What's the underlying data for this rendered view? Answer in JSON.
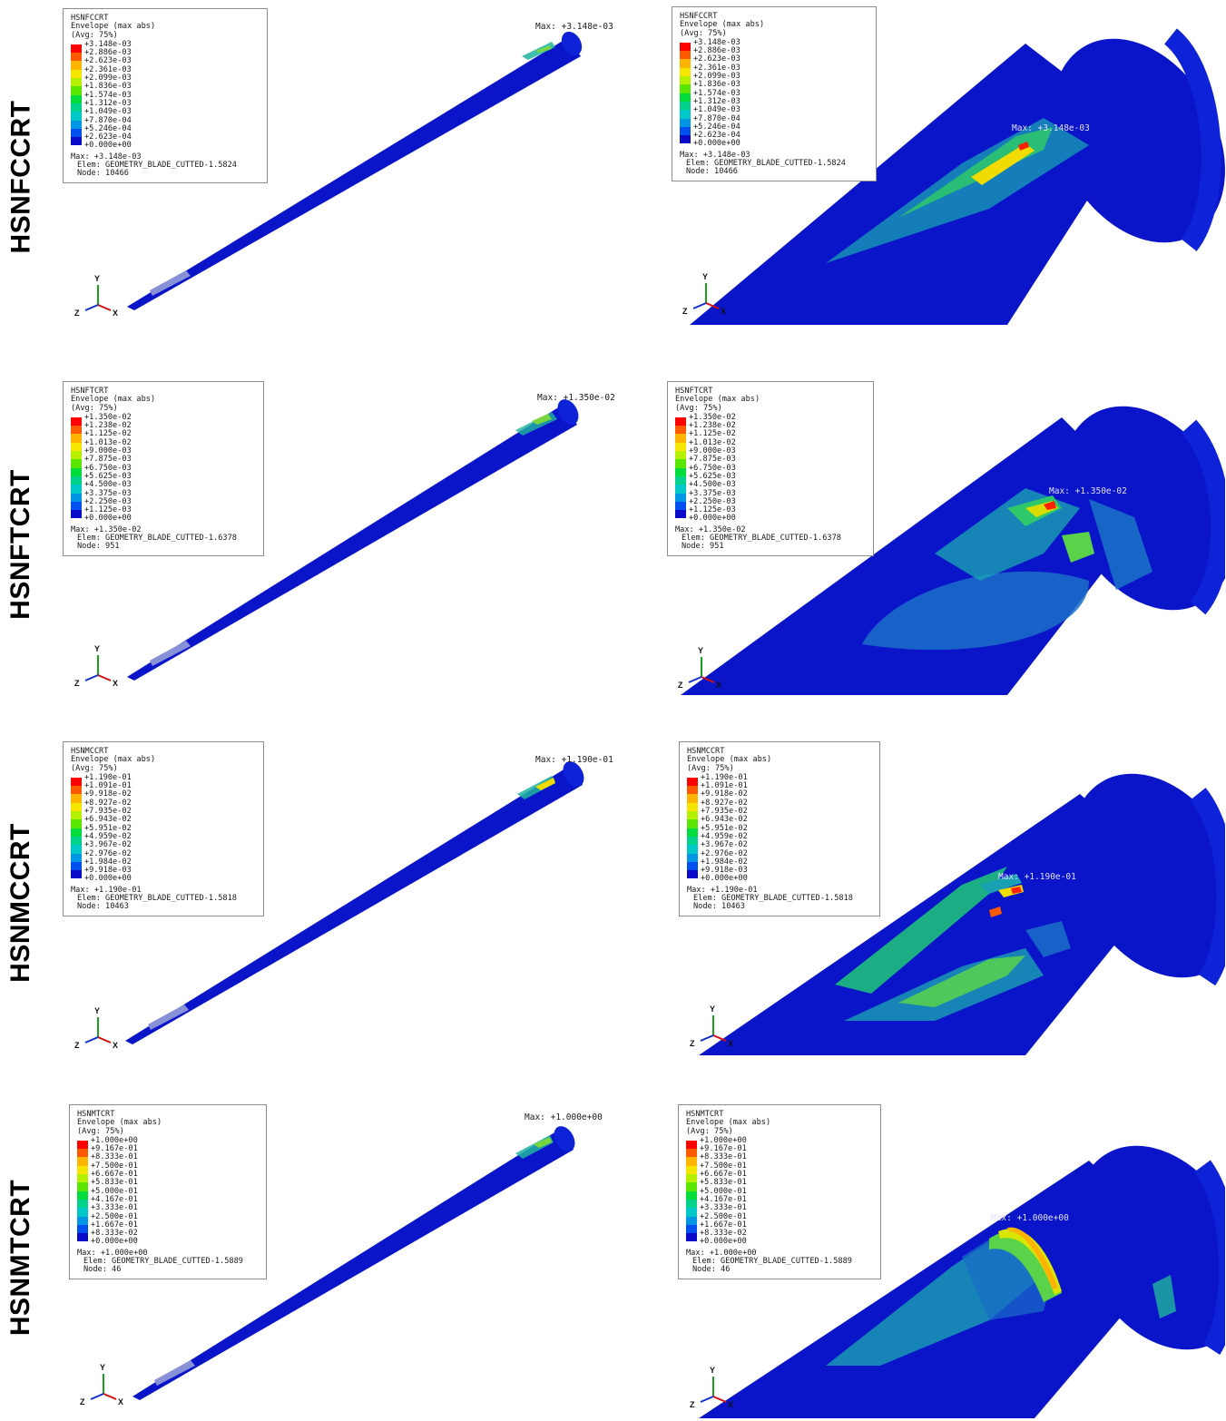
{
  "rows": [
    {
      "label": "HSNFCCRT",
      "panels": [
        {
          "title": "HSNFCCRT",
          "envelope": "Envelope (max abs)",
          "avg": "(Avg: 75%)",
          "ticks": [
            "+3.148e-03",
            "+2.886e-03",
            "+2.623e-03",
            "+2.361e-03",
            "+2.099e-03",
            "+1.836e-03",
            "+1.574e-03",
            "+1.312e-03",
            "+1.049e-03",
            "+7.870e-04",
            "+5.246e-04",
            "+2.623e-04",
            "+0.000e+00"
          ],
          "max": "Max: +3.148e-03",
          "elem": "Elem: GEOMETRY_BLADE_CUTTED-1.5824",
          "node": "Node: 10466",
          "max_label": "Max: +3.148e-03"
        },
        {
          "title": "HSNFCCRT",
          "envelope": "Envelope (max abs)",
          "avg": "(Avg: 75%)",
          "ticks": [
            "+3.148e-03",
            "+2.886e-03",
            "+2.623e-03",
            "+2.361e-03",
            "+2.099e-03",
            "+1.836e-03",
            "+1.574e-03",
            "+1.312e-03",
            "+1.049e-03",
            "+7.870e-04",
            "+5.246e-04",
            "+2.623e-04",
            "+0.000e+00"
          ],
          "max": "Max: +3.148e-03",
          "elem": "Elem: GEOMETRY_BLADE_CUTTED-1.5824",
          "node": "Node: 10466",
          "max_label": "Max: +3.148e-03"
        }
      ]
    },
    {
      "label": "HSNFTCRT",
      "panels": [
        {
          "title": "HSNFTCRT",
          "envelope": "Envelope (max abs)",
          "avg": "(Avg: 75%)",
          "ticks": [
            "+1.350e-02",
            "+1.238e-02",
            "+1.125e-02",
            "+1.013e-02",
            "+9.000e-03",
            "+7.875e-03",
            "+6.750e-03",
            "+5.625e-03",
            "+4.500e-03",
            "+3.375e-03",
            "+2.250e-03",
            "+1.125e-03",
            "+0.000e+00"
          ],
          "max": "Max: +1.350e-02",
          "elem": "Elem: GEOMETRY_BLADE_CUTTED-1.6378",
          "node": "Node: 951",
          "max_label": "Max: +1.350e-02"
        },
        {
          "title": "HSNFTCRT",
          "envelope": "Envelope (max abs)",
          "avg": "(Avg: 75%)",
          "ticks": [
            "+1.350e-02",
            "+1.238e-02",
            "+1.125e-02",
            "+1.013e-02",
            "+9.000e-03",
            "+7.875e-03",
            "+6.750e-03",
            "+5.625e-03",
            "+4.500e-03",
            "+3.375e-03",
            "+2.250e-03",
            "+1.125e-03",
            "+0.000e+00"
          ],
          "max": "Max: +1.350e-02",
          "elem": "Elem: GEOMETRY_BLADE_CUTTED-1.6378",
          "node": "Node: 951",
          "max_label": "Max: +1.350e-02"
        }
      ]
    },
    {
      "label": "HSNMCCRT",
      "panels": [
        {
          "title": "HSNMCCRT",
          "envelope": "Envelope (max abs)",
          "avg": "(Avg: 75%)",
          "ticks": [
            "+1.190e-01",
            "+1.091e-01",
            "+9.918e-02",
            "+8.927e-02",
            "+7.935e-02",
            "+6.943e-02",
            "+5.951e-02",
            "+4.959e-02",
            "+3.967e-02",
            "+2.976e-02",
            "+1.984e-02",
            "+9.918e-03",
            "+0.000e+00"
          ],
          "max": "Max: +1.190e-01",
          "elem": "Elem: GEOMETRY_BLADE_CUTTED-1.5818",
          "node": "Node: 10463",
          "max_label": "Max: +1.190e-01"
        },
        {
          "title": "HSNMCCRT",
          "envelope": "Envelope (max abs)",
          "avg": "(Avg: 75%)",
          "ticks": [
            "+1.190e-01",
            "+1.091e-01",
            "+9.918e-02",
            "+8.927e-02",
            "+7.935e-02",
            "+6.943e-02",
            "+5.951e-02",
            "+4.959e-02",
            "+3.967e-02",
            "+2.976e-02",
            "+1.984e-02",
            "+9.918e-03",
            "+0.000e+00"
          ],
          "max": "Max: +1.190e-01",
          "elem": "Elem: GEOMETRY_BLADE_CUTTED-1.5818",
          "node": "Node: 10463",
          "max_label": "Max: +1.190e-01"
        }
      ]
    },
    {
      "label": "HSNMTCRT",
      "panels": [
        {
          "title": "HSNMTCRT",
          "envelope": "Envelope (max abs)",
          "avg": "(Avg: 75%)",
          "ticks": [
            "+1.000e+00",
            "+9.167e-01",
            "+8.333e-01",
            "+7.500e-01",
            "+6.667e-01",
            "+5.833e-01",
            "+5.000e-01",
            "+4.167e-01",
            "+3.333e-01",
            "+2.500e-01",
            "+1.667e-01",
            "+8.333e-02",
            "+0.000e+00"
          ],
          "max": "Max: +1.000e+00",
          "elem": "Elem: GEOMETRY_BLADE_CUTTED-1.5889",
          "node": "Node: 46",
          "max_label": "Max: +1.000e+00"
        },
        {
          "title": "HSNMTCRT",
          "envelope": "Envelope (max abs)",
          "avg": "(Avg: 75%)",
          "ticks": [
            "+1.000e+00",
            "+9.167e-01",
            "+8.333e-01",
            "+7.500e-01",
            "+6.667e-01",
            "+5.833e-01",
            "+5.000e-01",
            "+4.167e-01",
            "+3.333e-01",
            "+2.500e-01",
            "+1.667e-01",
            "+8.333e-02",
            "+0.000e+00"
          ],
          "max": "Max: +1.000e+00",
          "elem": "Elem: GEOMETRY_BLADE_CUTTED-1.5889",
          "node": "Node: 46",
          "max_label": "Max: +1.000e+00"
        }
      ]
    }
  ],
  "triad": {
    "y": "Y",
    "z": "Z",
    "x": "X"
  },
  "colors": {
    "contour_scale": [
      "#ff0000",
      "#ff5a00",
      "#ffb400",
      "#f5e600",
      "#b4f000",
      "#5ae600",
      "#00dc3c",
      "#00d28c",
      "#00c8c8",
      "#0096e6",
      "#0050f0",
      "#0a0ac8"
    ],
    "blade": "#0a14c8",
    "background": "#ffffff"
  }
}
